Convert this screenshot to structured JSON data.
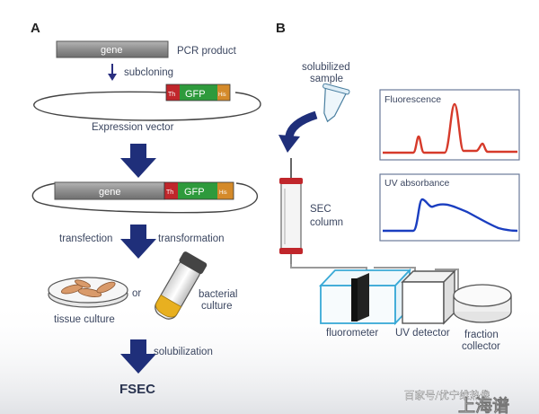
{
  "panels": {
    "a": "A",
    "b": "B"
  },
  "panel_a": {
    "gene_label": "gene",
    "pcr_product": "PCR product",
    "subcloning": "subcloning",
    "expression_vector": "Expression vector",
    "th_label": "Th",
    "gfp_label": "GFP",
    "his_label": "His",
    "transfection": "transfection",
    "transformation": "transformation",
    "or": "or",
    "tissue_culture": "tissue culture",
    "bacterial_culture_line1": "bacterial",
    "bacterial_culture_line2": "culture",
    "solubilization": "solubilization",
    "fsec": "FSEC"
  },
  "panel_b": {
    "solubilized_line1": "solubilized",
    "solubilized_line2": "sample",
    "sec_line1": "SEC",
    "sec_line2": "column",
    "fluorescence": "Fluorescence",
    "uv_absorbance": "UV absorbance",
    "fluorometer": "fluorometer",
    "uv_detector": "UV detector",
    "fraction_line1": "fraction",
    "fraction_line2": "collector"
  },
  "watermark": {
    "text": "百家号/优宁维热像",
    "brand": "上海谱"
  },
  "colors": {
    "gene_box": "#8a8a8a",
    "th_tag": "#c0262b",
    "gfp_tag": "#2e9a3c",
    "his_tag": "#d48a2a",
    "arrow": "#1f2f7a",
    "fluorescence_trace": "#d63a2a",
    "uv_trace": "#1a3ec0",
    "fluorometer_box": "#39a9d6"
  }
}
